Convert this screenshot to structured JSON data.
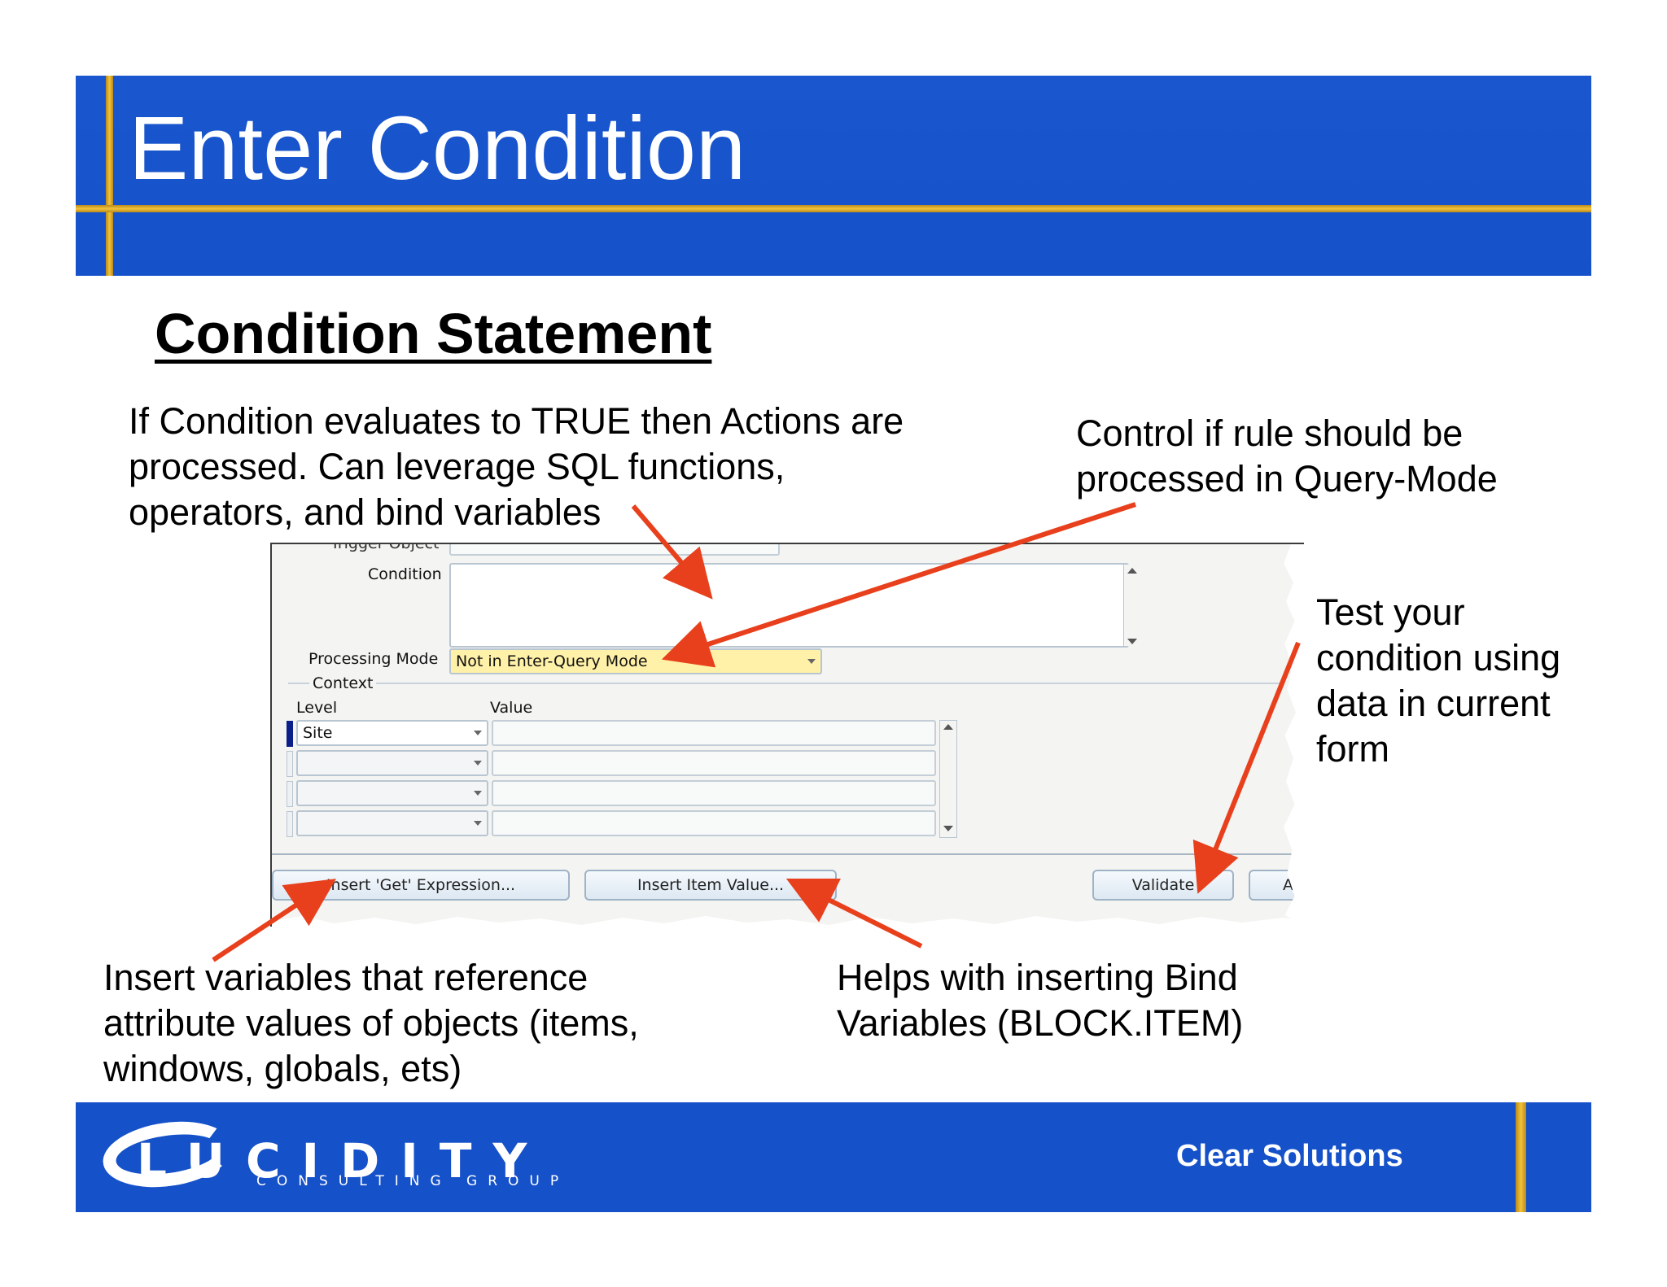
{
  "header": {
    "title": "Enter Condition"
  },
  "subtitle": "Condition Statement",
  "notes": {
    "condition": [
      "If Condition evaluates to TRUE then Actions are",
      "processed.  Can leverage SQL functions,",
      "operators, and bind variables"
    ],
    "query_mode": [
      "Control if rule should be",
      "processed in Query-Mode"
    ],
    "validate": [
      "Test your",
      "condition using",
      "data in current",
      "form"
    ],
    "insert_get": [
      "Insert variables that reference",
      "attribute values of objects (items,",
      "windows, globals, ets)"
    ],
    "insert_item": [
      "Helps with inserting Bind",
      "Variables (BLOCK.ITEM)"
    ]
  },
  "form": {
    "trigger_object_label": "Trigger Object",
    "condition_label": "Condition",
    "condition_value": "",
    "processing_mode_label": "Processing Mode",
    "processing_mode_value": "Not in Enter-Query Mode",
    "context_label": "Context",
    "level_header": "Level",
    "value_header": "Value",
    "context_rows": [
      {
        "level": "Site",
        "value": ""
      },
      {
        "level": "",
        "value": ""
      },
      {
        "level": "",
        "value": ""
      },
      {
        "level": "",
        "value": ""
      }
    ],
    "buttons": {
      "insert_get": "Insert 'Get' Expression...",
      "insert_item": "Insert Item Value...",
      "validate": "Validate",
      "next_partial": "A"
    }
  },
  "footer": {
    "logo_word": "LUCIDITY",
    "logo_sub": "CONSULTING GROUP",
    "tagline": "Clear Solutions"
  },
  "colors": {
    "header_blue": "#1551c9",
    "gold_accent": "#f3c23a",
    "arrow_red": "#e8401c",
    "field_highlight": "#fff1a8"
  }
}
